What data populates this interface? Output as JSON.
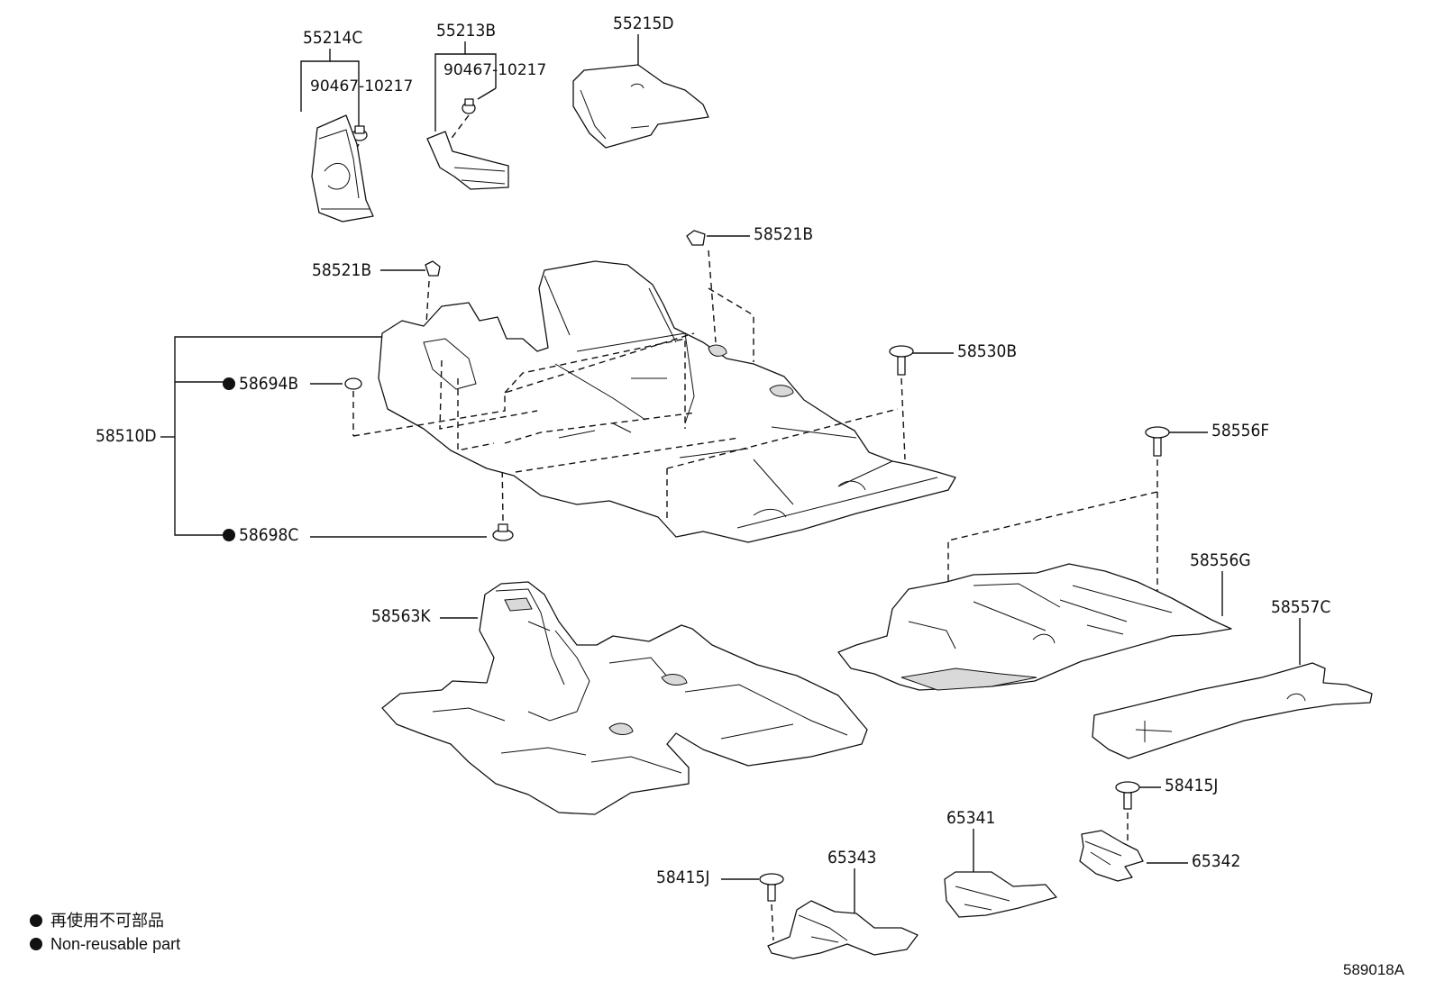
{
  "labels": {
    "p55214C": "55214C",
    "p90467_a": "90467-10217",
    "p55213B": "55213B",
    "p90467_b": "90467-10217",
    "p55215D": "55215D",
    "p58521B_a": "58521B",
    "p58521B_b": "58521B",
    "p58530B": "58530B",
    "p58694B": "58694B",
    "p58510D": "58510D",
    "p58698C": "58698C",
    "p58556F": "58556F",
    "p58556G": "58556G",
    "p58557C": "58557C",
    "p58563K": "58563K",
    "p58415J_a": "58415J",
    "p58415J_b": "58415J",
    "p65341": "65341",
    "p65342": "65342",
    "p65343": "65343"
  },
  "legend": {
    "jp": "再使用不可部品",
    "en": "Non-reusable part"
  },
  "drawing_code": "589018A"
}
